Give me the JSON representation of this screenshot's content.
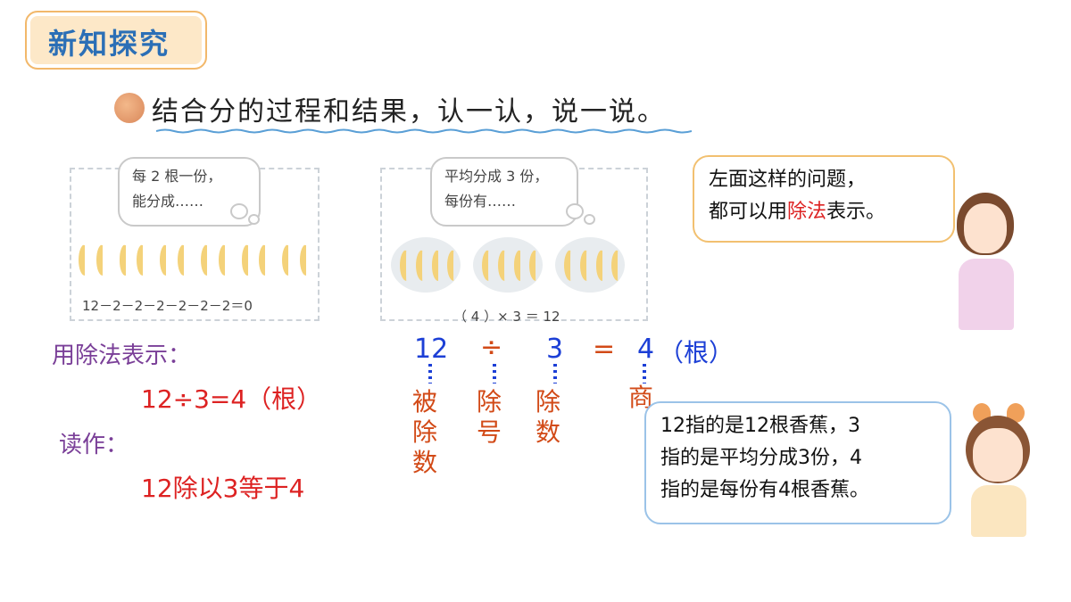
{
  "header": {
    "title": "新知探究"
  },
  "intro": "结合分的过程和结果，认一认，说一说。",
  "panel_left": {
    "bubble_line1": "每 2 根一份，",
    "bubble_line2": "能分成……",
    "equation": "12－2－2－2－2－2－2＝0"
  },
  "panel_mid": {
    "bubble_line1": "平均分成 3 份，",
    "bubble_line2": "每份有……",
    "equation": "（ 4 ）× 3 ＝ 12"
  },
  "speech_top": {
    "line1": "左面这样的问题，",
    "line2_pre": "都可以用",
    "line2_red": "除法",
    "line2_post": "表示。"
  },
  "left_text": {
    "express_label": "用除法表示：",
    "expression": "12÷3=4（根）",
    "read_label": "读作：",
    "reading": "12除以3等于4"
  },
  "diagram": {
    "dividend": "12",
    "sign": "÷",
    "divisor": "3",
    "equals": "=",
    "quotient": "4",
    "unit": "（根）",
    "label_dividend": [
      "被",
      "除",
      "数"
    ],
    "label_sign": [
      "除",
      "号"
    ],
    "label_divisor": [
      "除",
      "数"
    ],
    "label_quotient": "商"
  },
  "speech_bottom": {
    "line1": "12指的是12根香蕉，3",
    "line2": "指的是平均分成3份，4",
    "line3": "指的是每份有4根香蕉。"
  },
  "colors": {
    "title_blue": "#2b6fb6",
    "red": "#dd2222",
    "purple": "#7a3f98",
    "blue": "#1c3fd6",
    "orange": "#d24a17"
  }
}
